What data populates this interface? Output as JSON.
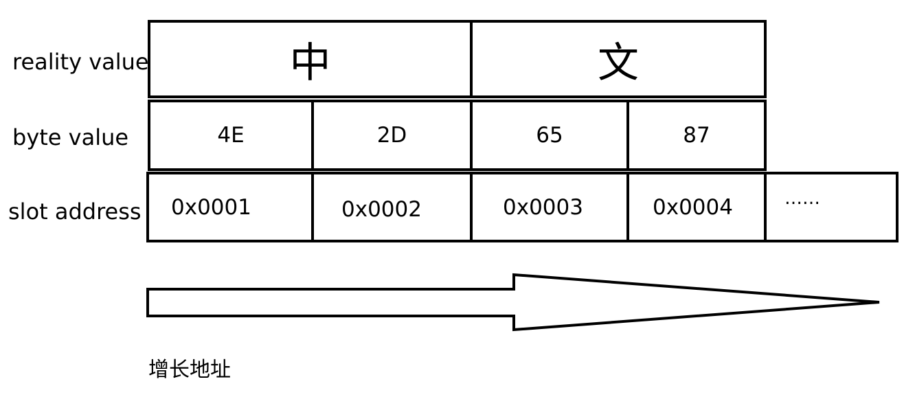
{
  "rows": {
    "reality_label": "reality value",
    "byte_label": "byte value",
    "slot_label": "slot address"
  },
  "reality_values": [
    "中",
    "文"
  ],
  "byte_values": [
    "4E",
    "2D",
    "65",
    "87"
  ],
  "slot_addresses": [
    "0x0001",
    "0x0002",
    "0x0003",
    "0x0004",
    "……"
  ],
  "arrow": {
    "caption": "增长地址"
  }
}
